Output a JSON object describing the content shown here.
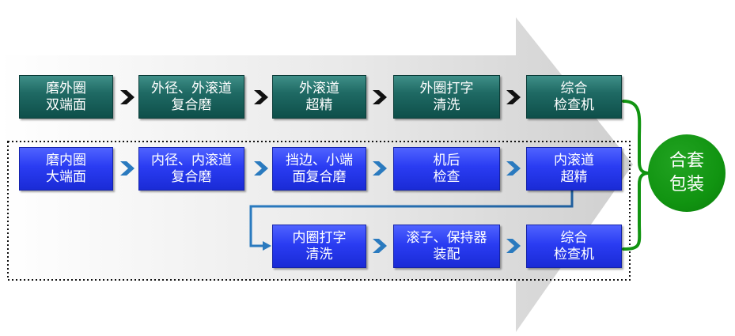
{
  "colors": {
    "outer_box": "#1f6a64",
    "inner_box": "#2a3cf2",
    "connector": "#2a7abf",
    "final": "#119411",
    "outer_arrow": "#111111",
    "inner_arrow": "#2a7abf"
  },
  "outer_ring": {
    "steps": [
      "磨外圈\n双端面",
      "外径、外滚道\n复合磨",
      "外滚道\n超精",
      "外圈打字\n清洗",
      "综合\n检查机"
    ]
  },
  "inner_ring": {
    "row1": [
      "磨内圈\n大端面",
      "内径、内滚道\n复合磨",
      "挡边、小端\n面复合磨",
      "机后\n检查",
      "内滚道\n超精"
    ],
    "row2": [
      "内圈打字\n清洗",
      "滚子、保持器\n装配",
      "综合\n检查机"
    ]
  },
  "final": {
    "label": "合套\n包装"
  }
}
